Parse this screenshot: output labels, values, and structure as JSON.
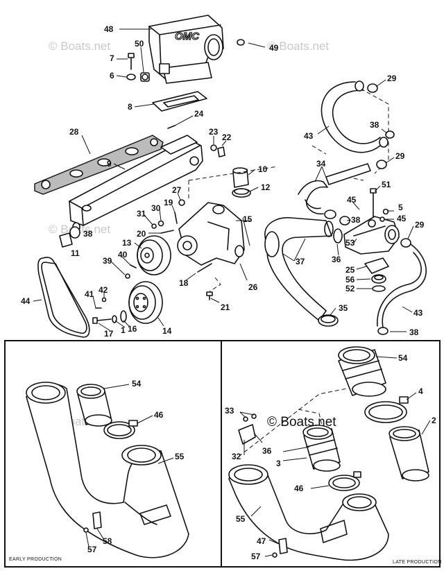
{
  "watermark": "© Boats.net",
  "brand_logo": "OMC",
  "captions": {
    "early": "EARLY PRODUCTION",
    "late": "LATE PRODUCTION"
  },
  "callouts": {
    "c1": "1",
    "c2": "2",
    "c3": "3",
    "c4": "4",
    "c5": "5",
    "c6": "6",
    "c7": "7",
    "c8": "8",
    "c9": "9",
    "c10": "10",
    "c11": "11",
    "c12": "12",
    "c13": "13",
    "c14": "14",
    "c15": "15",
    "c16": "16",
    "c17": "17",
    "c18": "18",
    "c19": "19",
    "c20": "20",
    "c21": "21",
    "c22": "22",
    "c23": "23",
    "c24": "24",
    "c25": "25",
    "c26": "26",
    "c27": "27",
    "c28": "28",
    "c29": "29",
    "c30": "30",
    "c31": "31",
    "c32": "32",
    "c33": "33",
    "c34": "34",
    "c35": "35",
    "c36": "36",
    "c37": "37",
    "c38": "38",
    "c39": "39",
    "c40": "40",
    "c41": "41",
    "c42": "42",
    "c43": "43",
    "c44": "44",
    "c45": "45",
    "c46": "46",
    "c47": "47",
    "c48": "48",
    "c49": "49",
    "c50": "50",
    "c51": "51",
    "c52": "52",
    "c53": "53",
    "c54": "54",
    "c55": "55",
    "c56": "56",
    "c57": "57",
    "c58": "58"
  }
}
